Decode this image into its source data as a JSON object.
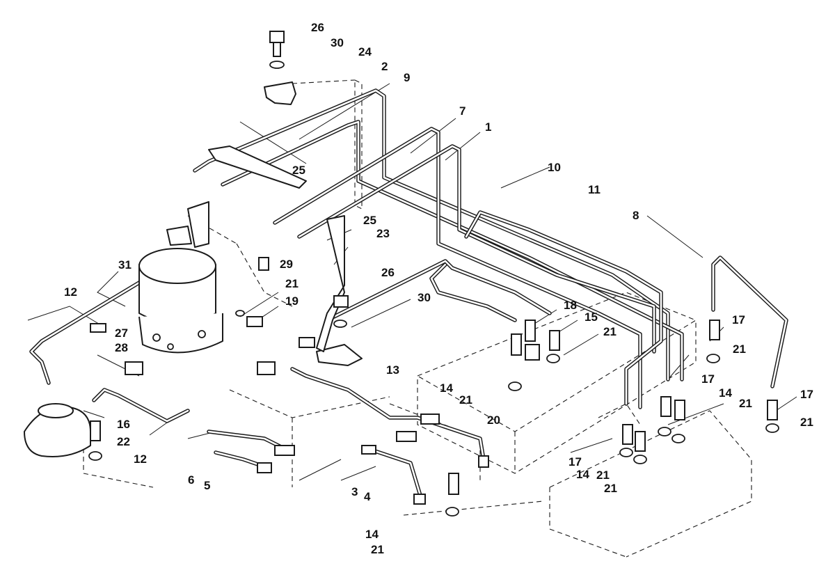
{
  "callouts": [
    "26",
    "30",
    "24",
    "2",
    "9",
    "7",
    "1",
    "10",
    "11",
    "8",
    "25",
    "25",
    "23",
    "29",
    "31",
    "21",
    "19",
    "26",
    "30",
    "18",
    "15",
    "21",
    "17",
    "21",
    "12",
    "27",
    "28",
    "13",
    "14",
    "21",
    "20",
    "17",
    "14",
    "21",
    "17",
    "21",
    "16",
    "22",
    "12",
    "6",
    "5",
    "3",
    "4",
    "17",
    "14",
    "21",
    "21",
    "14",
    "21"
  ],
  "colors": {
    "ink": "#1a1a1a",
    "paper": "#ffffff"
  }
}
